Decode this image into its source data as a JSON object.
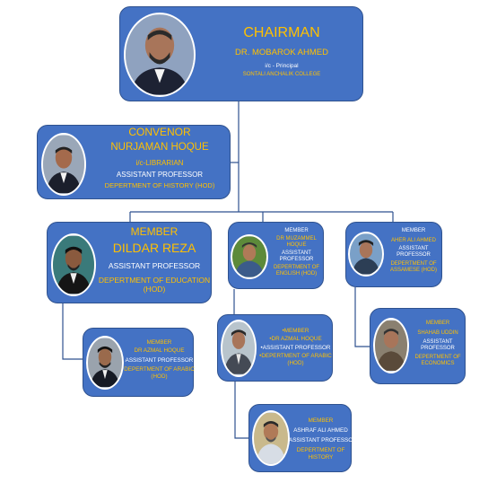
{
  "colors": {
    "card_fill": "#4472c4",
    "card_border": "#2f528f",
    "highlight": "#ffc000",
    "text": "#ffffff",
    "connector": "#2f528f"
  },
  "chairman": {
    "title": "CHAIRMAN",
    "name": "DR. MOBAROK AHMED",
    "role": "i/c - Principal",
    "college": "SONTALI ANCHALIK COLLEGE"
  },
  "convenor": {
    "title": "CONVENOR",
    "name": "NURJAMAN HOQUE",
    "role": "i/c-LIBRARIAN",
    "designation": "ASSISTANT PROFESSOR",
    "department": "DEPERTMENT OF HISTORY (HOD)"
  },
  "member_dildar": {
    "title": "MEMBER",
    "name": "DILDAR REZA",
    "designation": "ASSISTANT PROFESSOR",
    "department_line1": "DEPERTMENT OF EDUCATION",
    "department_line2": "(HOD)"
  },
  "member_muzammel": {
    "title": "MEMBER",
    "name_line1": "DR MUZAMMEL",
    "name_line2": "HOQUE",
    "designation_line1": "ASSISTANT",
    "designation_line2": "PROFESSOR",
    "department_line1": "DEPERTMENT OF",
    "department_line2": "ENGLISH (HOD)"
  },
  "member_aher": {
    "title": "MEMBER",
    "name": "AHER ALI AHMED",
    "designation_line1": "ASSISTANT",
    "designation_line2": "PROFESSOR",
    "department_line1": "DEPERTMENT OF",
    "department_line2": "ASSAMESE (HOD)"
  },
  "member_azmal_left": {
    "title": "MEMBER",
    "name": "DR AZMAL HOQUE",
    "designation": "ASSISTANT PROFESSOR",
    "department_line1": "DEPERTMENT OF ARABIC",
    "department_line2": "(HOD)"
  },
  "member_azmal_mid": {
    "title": "•MEMBER",
    "name": "•DR AZMAL HOQUE",
    "designation": "•ASSISTANT PROFESSOR",
    "department_line1": "•DEPERTMENT OF ARABIC",
    "department_line2": "(HOD)"
  },
  "member_shahab": {
    "title": "MEMBER",
    "name": "SHAHAB UDDIN",
    "designation_line1": "ASSISTANT",
    "designation_line2": "PROFESSOR",
    "department_line1": "DEPERTMENT OF",
    "department_line2": "ECONOMICS"
  },
  "member_ashraf": {
    "title": "MEMBER",
    "name": "ASHRAF ALI AHMED",
    "designation": "ASSISTANT PROFESSOR",
    "department_line1": "DEPERTMENT OF",
    "department_line2": "HISTORY"
  }
}
